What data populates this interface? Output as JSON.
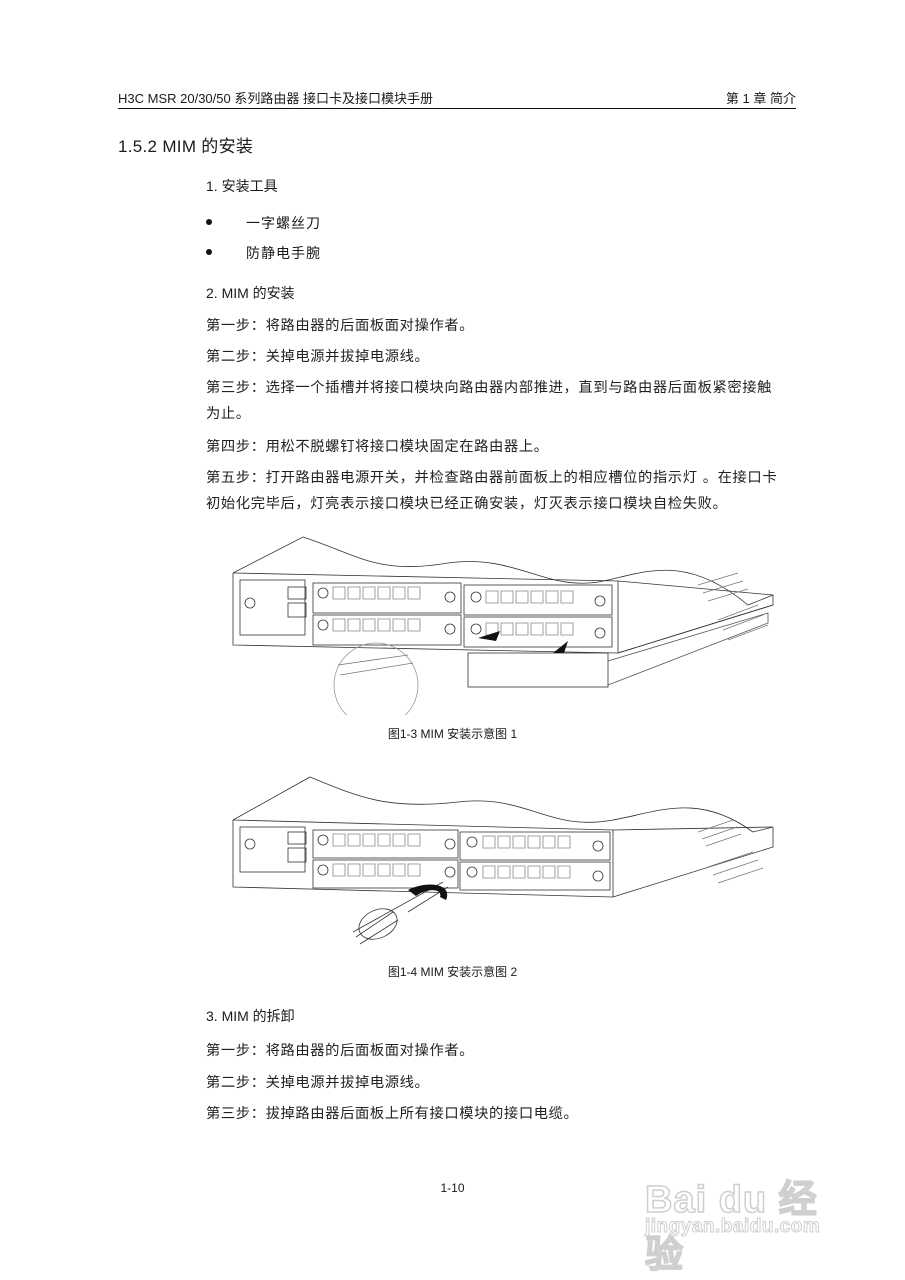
{
  "header": {
    "left": "H3C MSR 20/30/50 系列路由器  接口卡及接口模块手册",
    "right": "第 1 章  简介"
  },
  "section": {
    "title": "1.5.2  MIM 的安装"
  },
  "tools": {
    "heading": "1. 安装工具",
    "items": [
      "一字螺丝刀",
      "防静电手腕"
    ]
  },
  "install": {
    "heading": "2. MIM 的安装",
    "steps": [
      "第一步：将路由器的后面板面对操作者。",
      "第二步：关掉电源并拔掉电源线。",
      "第三步：选择一个插槽并将接口模块向路由器内部推进，直到与路由器后面板紧密接触为止。",
      "第四步：用松不脱螺钉将接口模块固定在路由器上。",
      "第五步：打开路由器电源开关，并检查路由器前面板上的相应槽位的指示灯 。在接口卡初始化完毕后，灯亮表示接口模块已经正确安装，灯灭表示接口模块自检失败。"
    ]
  },
  "figures": [
    {
      "caption": "图1-3  MIM 安装示意图 1",
      "illustration": "router-rear-panel-mim-insertion"
    },
    {
      "caption": "图1-4  MIM 安装示意图 2",
      "illustration": "router-rear-panel-screwdriver-fastening"
    }
  ],
  "removal": {
    "heading": "3. MIM 的拆卸",
    "steps": [
      "第一步：将路由器的后面板面对操作者。",
      "第二步：关掉电源并拔掉电源线。",
      "第三步：拔掉路由器后面板上所有接口模块的接口电缆。"
    ]
  },
  "footer": {
    "page_number": "1-10"
  },
  "watermark": {
    "brand": "Bai du 经验",
    "domain": "jingyan.baidu.com"
  }
}
